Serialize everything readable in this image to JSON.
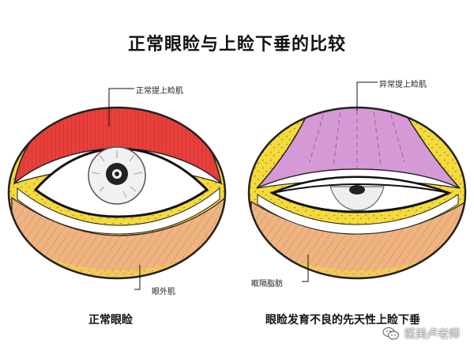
{
  "title": "正常眼睑与上睑下垂的比较",
  "labels": {
    "normal_levator": "正常提上睑肌",
    "abnormal_levator": "异常提上睑肌",
    "orbicularis": "眼外肌",
    "orbital_fat": "眶隔脂肪"
  },
  "captions": {
    "left": "正常眼睑",
    "right": "眼睑发育不良的先天性上睑下垂"
  },
  "watermark": {
    "text": "医美卢老师",
    "icon": "wechat-icon"
  },
  "colors": {
    "muscle_red": "#e8403c",
    "muscle_purple": "#d59ad6",
    "fat_yellow": "#f4da3c",
    "orbicularis_orange": "#efb482"
  }
}
